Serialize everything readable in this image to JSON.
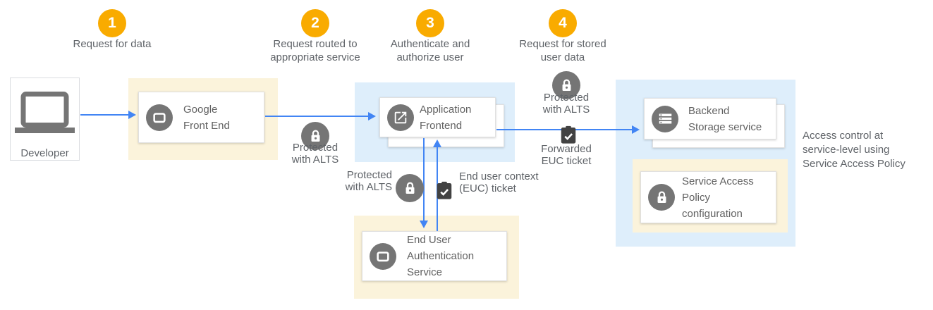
{
  "steps": [
    {
      "number": "1",
      "label": "Request for data"
    },
    {
      "number": "2",
      "label": "Request routed to\nappropriate service"
    },
    {
      "number": "3",
      "label": "Authenticate and\nauthorize user"
    },
    {
      "number": "4",
      "label": "Request for stored\nuser data"
    }
  ],
  "nodes": {
    "developer": {
      "label": "Developer",
      "icon": "laptop-icon"
    },
    "google_front_end": {
      "label": "Google\nFront End",
      "icon": "screen-icon"
    },
    "application_frontend": {
      "label": "Application\nFrontend",
      "icon": "launch-icon"
    },
    "end_user_auth": {
      "label": "End User\nAuthentication\nService",
      "icon": "screen-icon"
    },
    "backend_storage": {
      "label": "Backend\nStorage service",
      "icon": "storage-icon"
    },
    "service_access_policy": {
      "label": "Service Access\nPolicy\nconfiguration",
      "icon": "lock-icon"
    }
  },
  "annotations": {
    "alts_gfe": "Protected\nwith ALTS",
    "alts_backend": "Protected\nwith ALTS",
    "alts_euas": "Protected\nwith ALTS",
    "euc_ticket": "End user context\n(EUC) ticket",
    "forwarded_ticket": "Forwarded\nEUC ticket",
    "access_note": "Access control at\nservice-level using\nService Access Policy"
  },
  "colors": {
    "arrow_blue": "#4285F4",
    "step_badge_amber": "#F9AB00",
    "zone_yellow": "#FBF3DB",
    "zone_blue": "#DEEEFB",
    "icon_gray": "#757575",
    "ticket_gray": "#424242",
    "label_gray": "#5F6368",
    "card_text_gray": "#616161"
  }
}
